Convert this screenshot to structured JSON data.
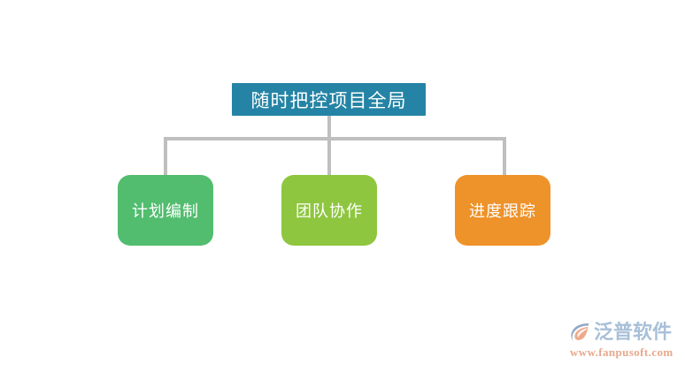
{
  "diagram": {
    "type": "org-tree",
    "root": {
      "label": "随时把控项目全局",
      "color": "#2584A5",
      "text_color": "#FFFFFF"
    },
    "children": [
      {
        "label": "计划编制",
        "color": "#52BD6F",
        "text_color": "#FFFFFF"
      },
      {
        "label": "团队协作",
        "color": "#8EC63F",
        "text_color": "#FFFFFF"
      },
      {
        "label": "进度跟踪",
        "color": "#EE922A",
        "text_color": "#FFFFFF"
      }
    ],
    "connector_color": "#BFBFBF",
    "background": "#FFFFFF"
  },
  "watermark": {
    "brand": "泛普软件",
    "url": "www.fanpusoft.com",
    "mark_icon": "fanpu-swoosh-logo-icon",
    "brand_color": "#A8C0D8",
    "url_color": "#E8A88C"
  }
}
